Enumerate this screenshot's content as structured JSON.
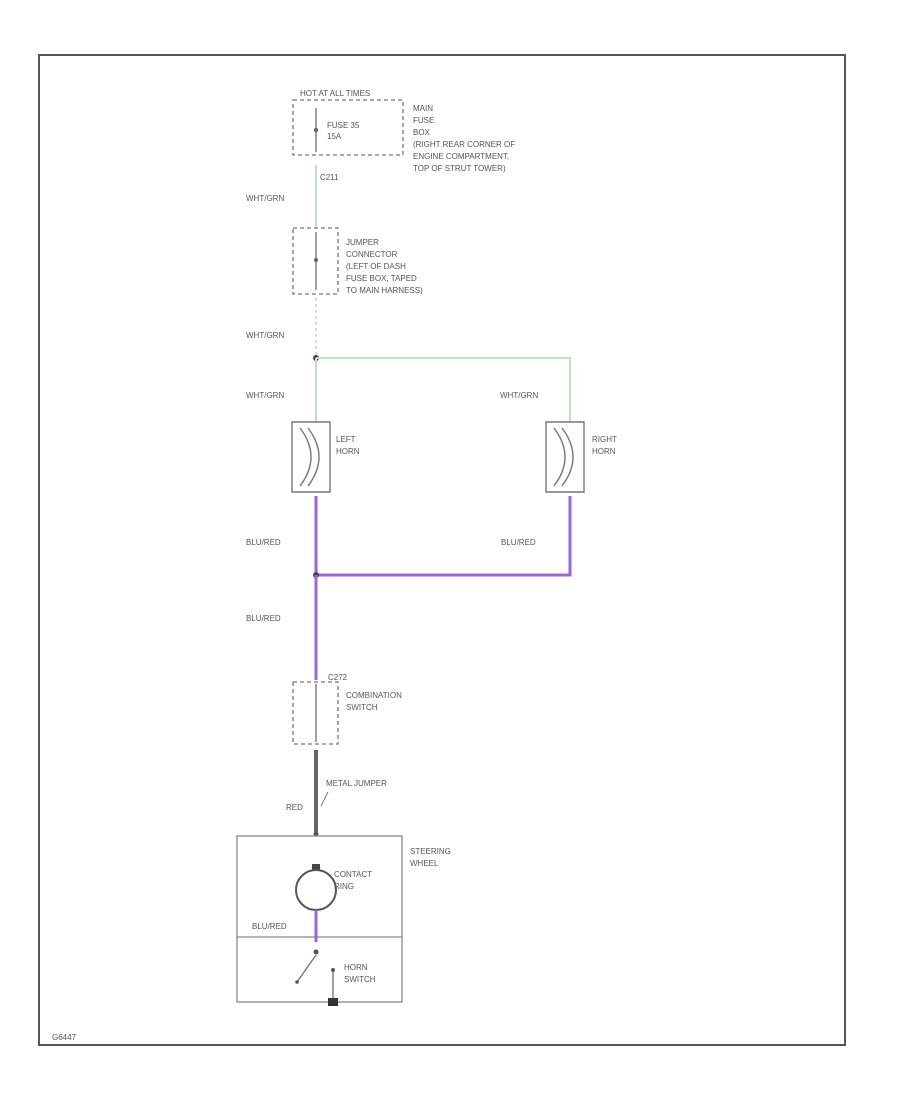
{
  "colors": {
    "frame": "#555555",
    "wire_wht_grn": "#b8e6b8",
    "wire_blu_red": "#9966dd",
    "wire_red": "#666666",
    "component": "#777777"
  },
  "fuse_block": {
    "header": "HOT AT ALL TIMES",
    "fuse_line1": "FUSE 35",
    "fuse_line2": "15A",
    "location_lines": [
      "MAIN",
      "FUSE",
      "BOX",
      "(RIGHT REAR CORNER OF",
      "ENGINE COMPARTMENT,",
      "TOP OF STRUT TOWER)"
    ]
  },
  "connector_c211": "C211",
  "jumper_connector": {
    "lines": [
      "JUMPER",
      "CONNECTOR",
      "(LEFT OF DASH",
      "FUSE BOX, TAPED",
      "TO MAIN HARNESS)"
    ]
  },
  "wire_labels": {
    "wht_grn_1": "WHT/GRN",
    "wht_grn_2": "WHT/GRN",
    "wht_grn_left": "WHT/GRN",
    "wht_grn_right": "WHT/GRN",
    "blu_red_left": "BLU/RED",
    "blu_red_right": "BLU/RED",
    "blu_red_main": "BLU/RED",
    "red": "RED",
    "blu_red_sw": "BLU/RED"
  },
  "left_horn": {
    "line1": "LEFT",
    "line2": "HORN"
  },
  "right_horn": {
    "line1": "RIGHT",
    "line2": "HORN"
  },
  "combination_switch": {
    "connector": "C272",
    "line1": "COMBINATION",
    "line2": "SWITCH"
  },
  "metal_jumper": "METAL JUMPER",
  "steering_wheel": {
    "line1": "STEERING",
    "line2": "WHEEL"
  },
  "contact_ring": {
    "line1": "CONTACT",
    "line2": "RING"
  },
  "horn_switch": {
    "line1": "HORN",
    "line2": "SWITCH"
  },
  "diagram_id": "G6447"
}
